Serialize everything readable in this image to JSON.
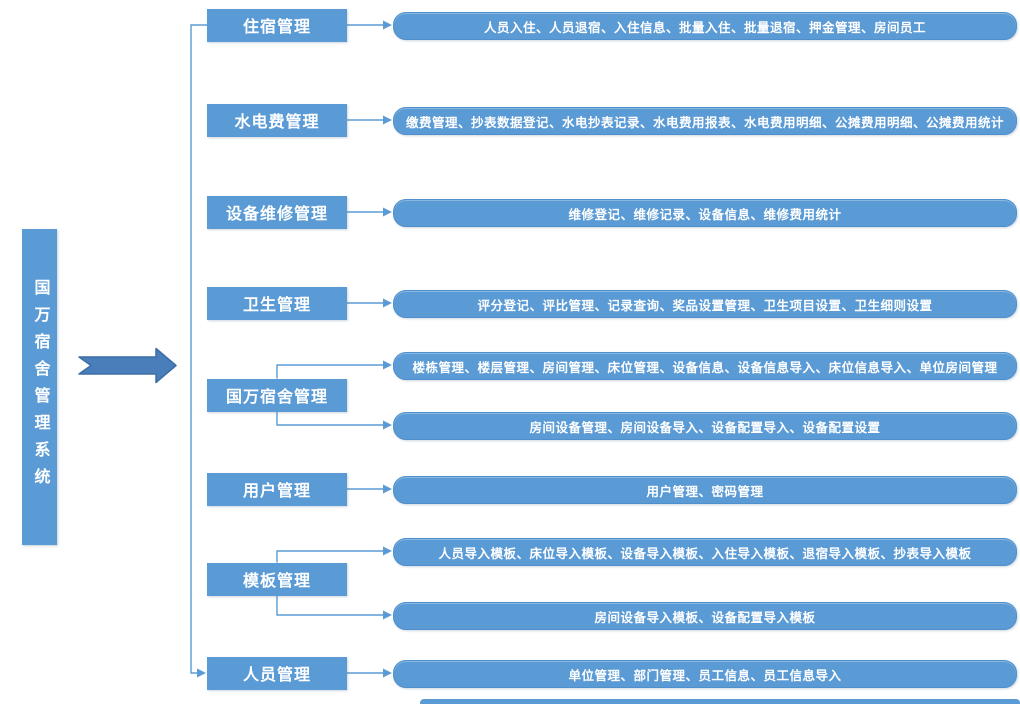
{
  "diagram": {
    "root": {
      "label": "国万宿舍管理系统"
    },
    "modules": [
      {
        "label": "住宿管理",
        "pills": [
          "人员入住、人员退宿、入住信息、批量入住、批量退宿、押金管理、房间员工"
        ]
      },
      {
        "label": "水电费管理",
        "pills": [
          "缴费管理、抄表数据登记、水电抄表记录、水电费用报表、水电费用明细、公摊费用明细、公摊费用统计"
        ]
      },
      {
        "label": "设备维修管理",
        "pills": [
          "维修登记、维修记录、设备信息、维修费用统计"
        ]
      },
      {
        "label": "卫生管理",
        "pills": [
          "评分登记、评比管理、记录查询、奖品设置管理、卫生项目设置、卫生细则设置"
        ]
      },
      {
        "label": "国万宿舍管理",
        "pills": [
          "楼栋管理、楼层管理、房间管理、床位管理、设备信息、设备信息导入、床位信息导入、单位房间管理",
          "房间设备管理、房间设备导入、设备配置导入、设备配置设置"
        ]
      },
      {
        "label": "用户管理",
        "pills": [
          "用户管理、密码管理"
        ]
      },
      {
        "label": "模板管理",
        "pills": [
          "人员导入模板、床位导入模板、设备导入模板、入住导入模板、退宿导入模板、抄表导入模板",
          "房间设备导入模板、设备配置导入模板"
        ]
      },
      {
        "label": "人员管理",
        "pills": [
          "单位管理、部门管理、员工信息、员工信息导入"
        ]
      }
    ],
    "colors": {
      "shape_blue": "#5b9bd5",
      "shape_border": "#4f8fcc",
      "arrow_blue": "#4a7ebb",
      "arrow_border": "#3c6ea5",
      "connector_blue": "#5b9bd5",
      "text_white": "#ffffff"
    }
  }
}
